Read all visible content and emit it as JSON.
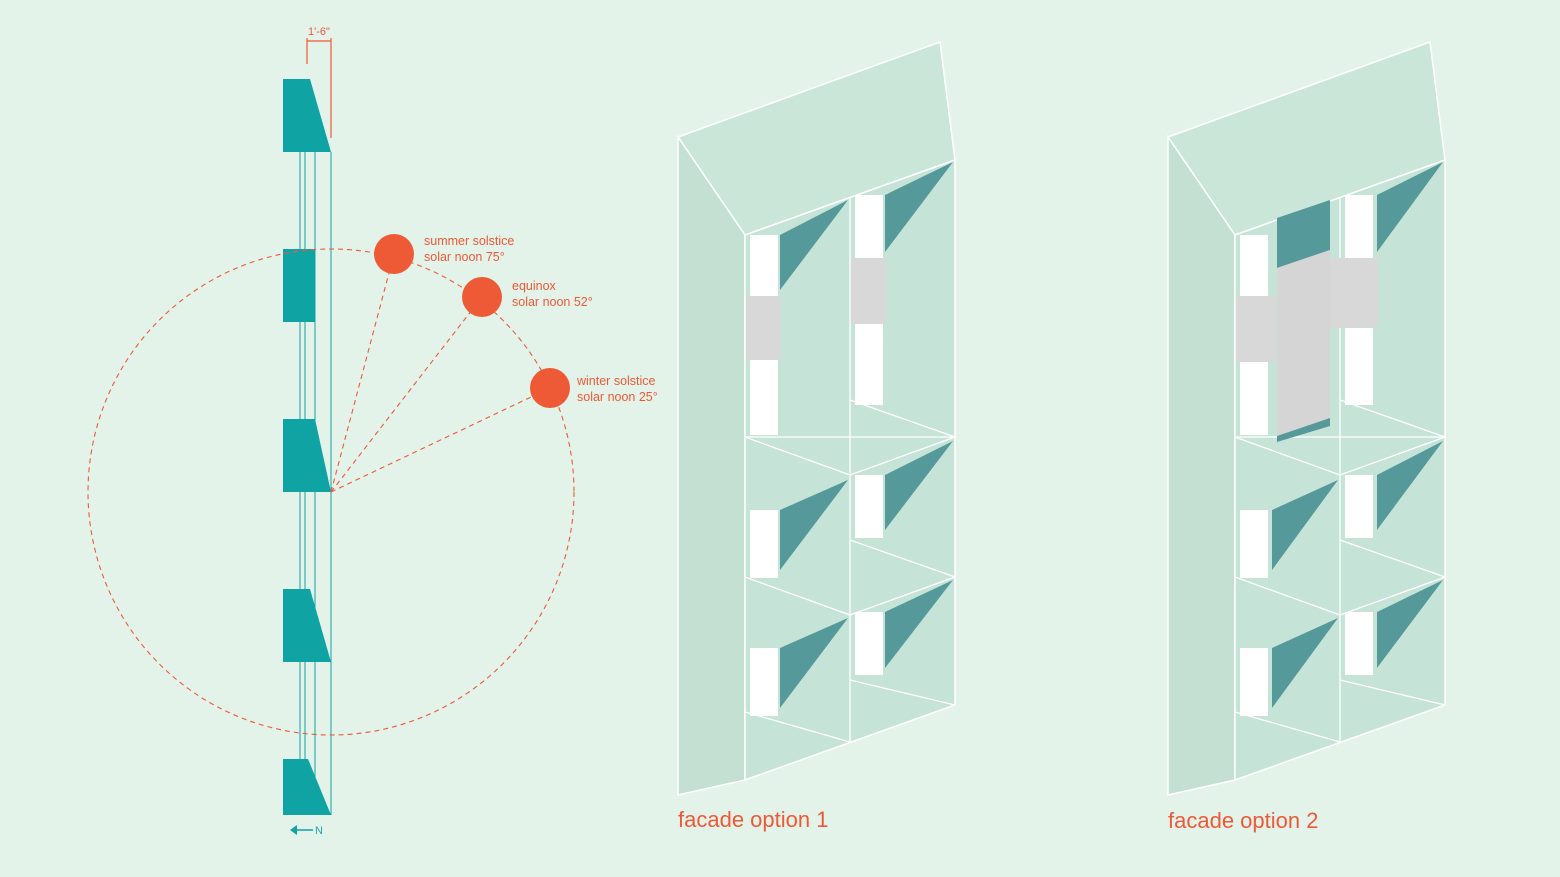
{
  "section": {
    "dimension_label": "1'-6\"",
    "north_label": "N"
  },
  "sun_positions": [
    {
      "event": "summer solstice",
      "detail": "solar noon 75°",
      "angle_deg": 75
    },
    {
      "event": "equinox",
      "detail": "solar noon 52°",
      "angle_deg": 52
    },
    {
      "event": "winter solstice",
      "detail": "solar noon 25°",
      "angle_deg": 25
    }
  ],
  "facades": [
    {
      "caption": "facade option 1"
    },
    {
      "caption": "facade option 2"
    }
  ],
  "colors": {
    "background": "#e3f3e9",
    "teal": "#10a3a3",
    "sun": "#ef5a36",
    "facade_light": "#c6e3d7",
    "facade_shade": "#55999a",
    "shade_panel": "#d8d8d8"
  }
}
